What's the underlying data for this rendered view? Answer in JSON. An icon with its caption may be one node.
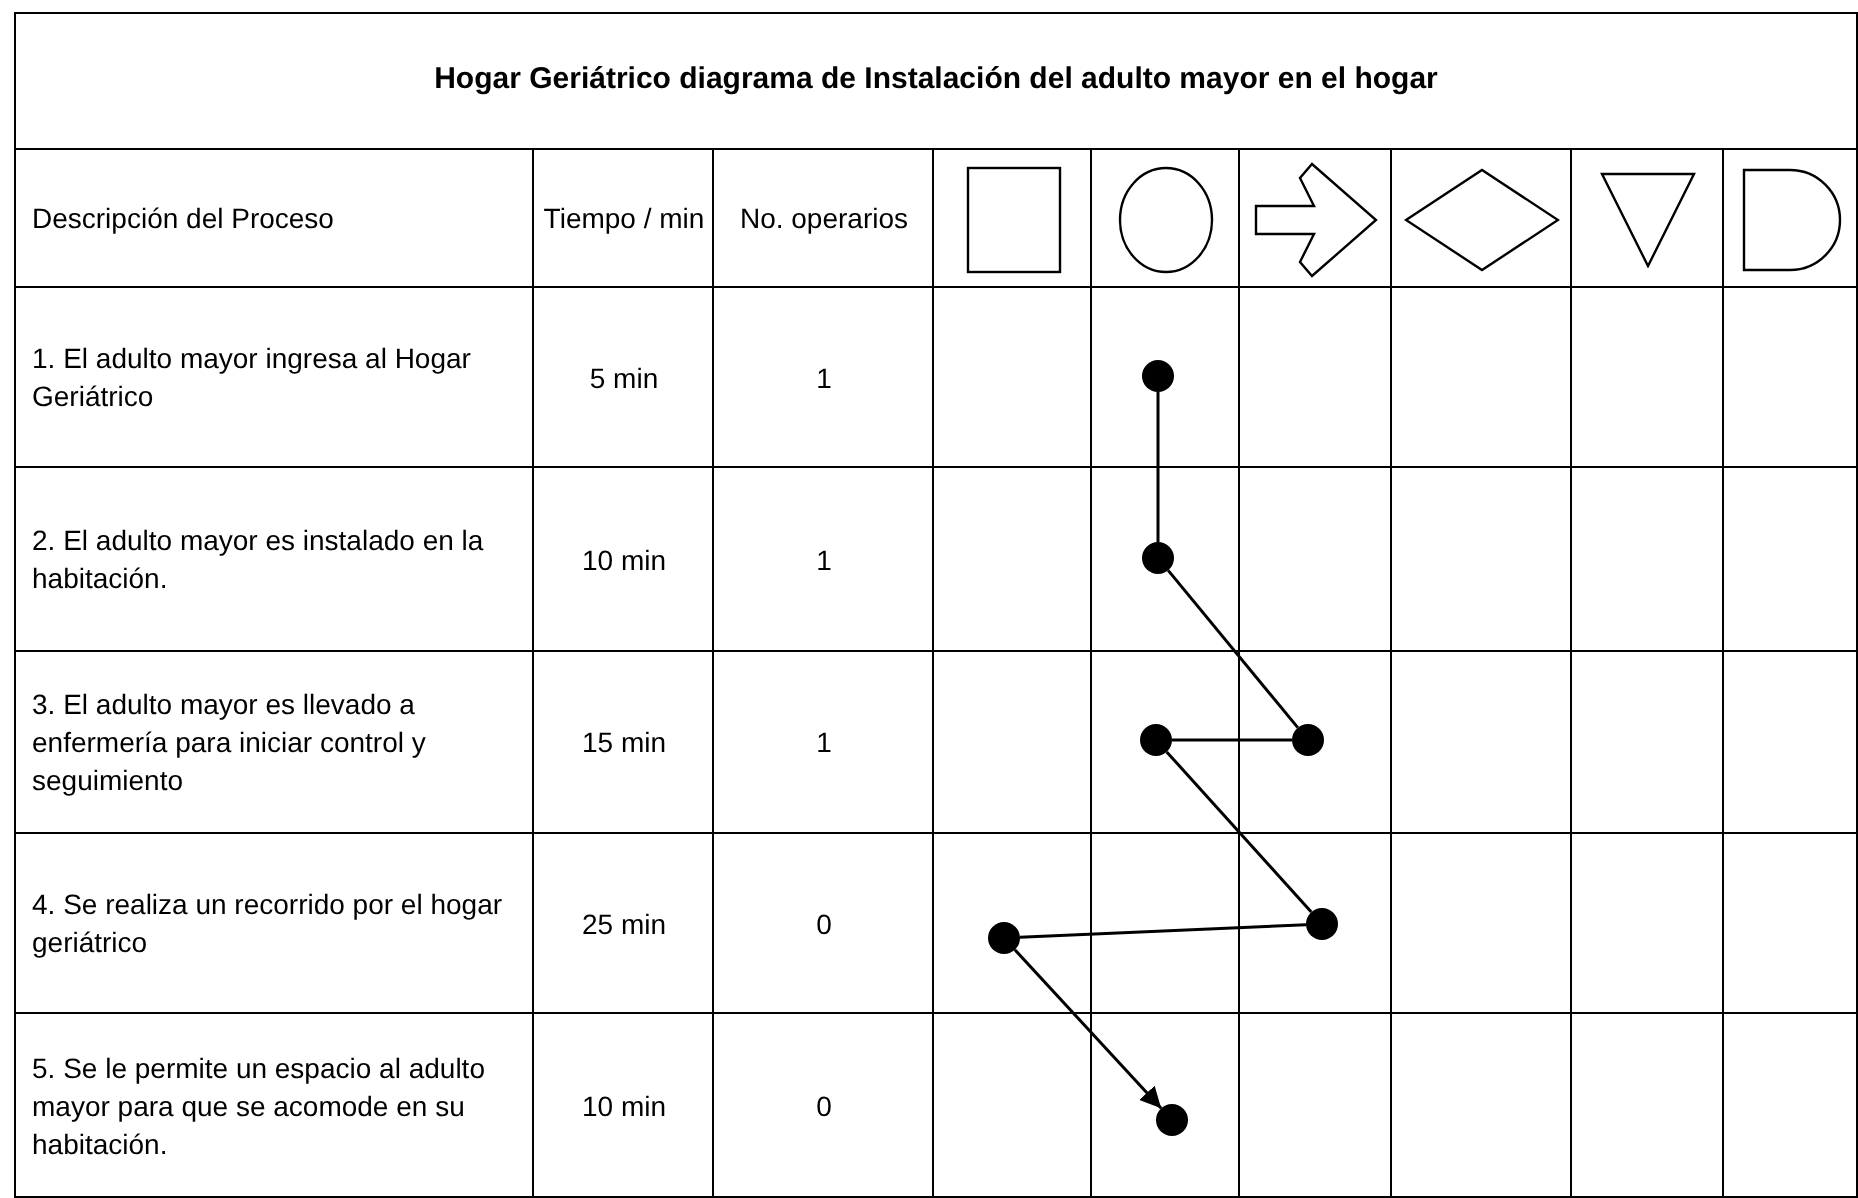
{
  "diagram": {
    "title": "Hogar Geriátrico diagrama de Instalación del adulto mayor en el hogar",
    "nodes": [
      {
        "text": [],
        "shape": "circle"
      },
      {
        "text": [],
        "shape": "circle"
      },
      {
        "text": [],
        "shape": "circle"
      },
      {
        "text": [],
        "shape": "circle"
      },
      {
        "text": [],
        "shape": "circle"
      },
      {
        "text": [],
        "shape": "circle"
      },
      {
        "text": [],
        "shape": "circle"
      }
    ],
    "edges": [
      {
        "from": 0,
        "to": 1,
        "arrow": "none"
      },
      {
        "from": 1,
        "to": 3,
        "arrow": "none"
      },
      {
        "from": 3,
        "to": 2,
        "arrow": "none"
      },
      {
        "from": 2,
        "to": 5,
        "arrow": "none"
      },
      {
        "from": 5,
        "to": 4,
        "arrow": "none"
      },
      {
        "from": 4,
        "to": 6,
        "arrow": "to"
      }
    ],
    "labels": [
      "Descripción del Proceso",
      "Tiempo / min",
      "No. operarios",
      "1. El adulto mayor ingresa al Hogar Geriátrico",
      "5 min",
      "1",
      "2. El adulto mayor es instalado en la habitación.",
      "10 min",
      "1",
      "3. El adulto mayor es llevado a enfermería para iniciar control y seguimiento",
      "15 min",
      "1",
      "4. Se realiza un recorrido por el hogar geriátrico",
      "25 min",
      "0",
      "5. Se le permite un espacio al adulto mayor para que se acomode en su habitación.",
      "10 min",
      "0"
    ]
  }
}
